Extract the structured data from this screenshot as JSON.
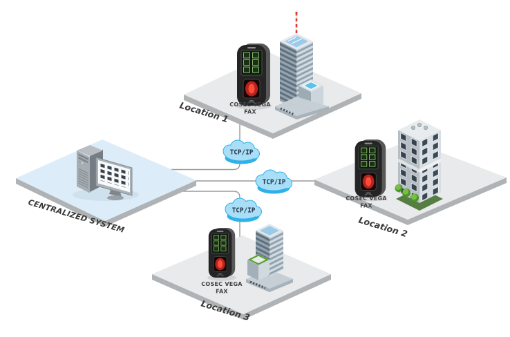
{
  "central": {
    "label": "CENTRALIZED SYSTEM"
  },
  "locations": [
    {
      "name": "Location 1",
      "device": {
        "line1": "COSEC VEGA",
        "line2": "FAX"
      },
      "cloud": "TCP/IP"
    },
    {
      "name": "Location 2",
      "device": {
        "line1": "COSEC VEGA",
        "line2": "FAX"
      },
      "cloud": "TCP/IP"
    },
    {
      "name": "Location 3",
      "device": {
        "line1": "COSEC VEGA",
        "line2": "FAX"
      },
      "cloud": "TCP/IP"
    }
  ],
  "colors": {
    "platform_gray": "#e9eaeb",
    "platform_blue": "#dcedf9",
    "platform_side": "#b0b3b5",
    "cloud_fill": "#a9def7",
    "cloud_border": "#2fb0e8",
    "cloud_text": "#223448",
    "connector": "#9a9a9a",
    "label_text": "#3a3a3a",
    "device_body": "#242424",
    "device_sensor": "#c1272d",
    "device_screen_icon": "#86c06c",
    "building_wall_dark": "#93a3af",
    "building_wall_light": "#d2dbe1",
    "grass_green": "#567d42",
    "bush_green": "#61a832",
    "pool_blue": "#5ec1ea",
    "antenna_red": "#e03a2f"
  }
}
